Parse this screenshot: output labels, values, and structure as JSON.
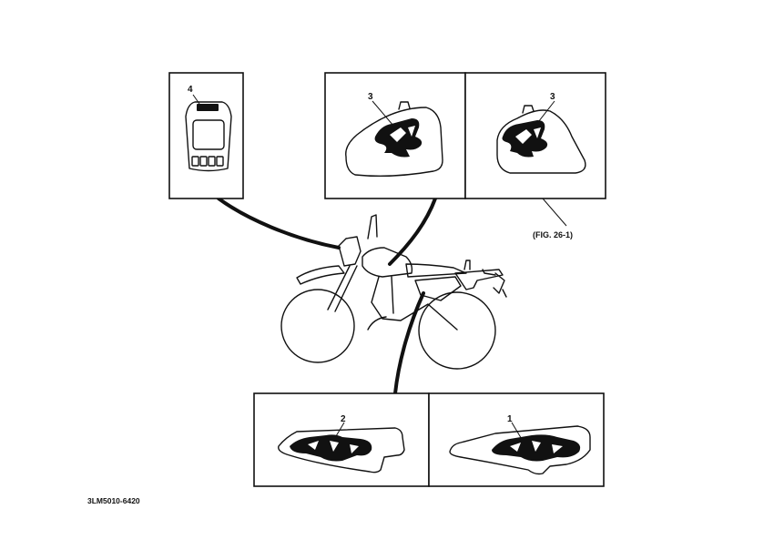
{
  "callouts": {
    "part_1": "1",
    "part_2": "2",
    "part_3_left": "3",
    "part_3_right": "3",
    "part_4": "4"
  },
  "figure_ref": "(FIG. 26-1)",
  "doc_code": "3LM5010-6420"
}
